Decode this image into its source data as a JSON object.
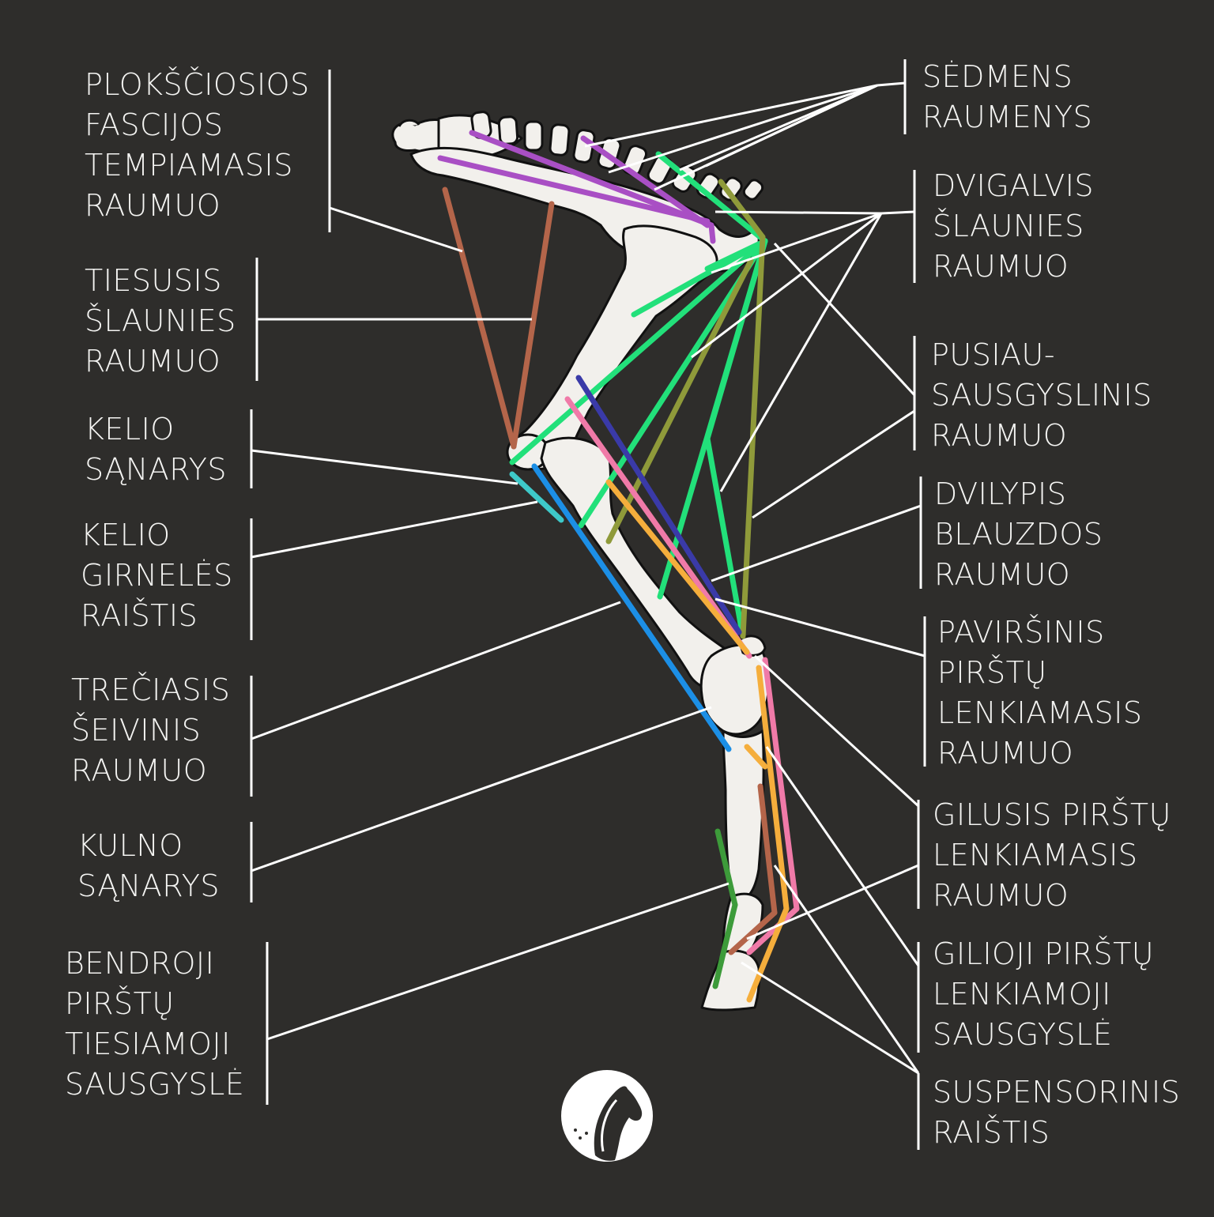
{
  "colors": {
    "background": "#2e2d2b",
    "text": "#f4f4f2",
    "bone": "#f2f0ec",
    "bone_outline": "#111111",
    "leader": "#ffffff",
    "fascia_tensor": "#b4654a",
    "gluteal": "#a94fc4",
    "biceps_femoris": "#22e07a",
    "semitendinosus": "#8f9a3a",
    "gastrocnemius": "#3a3aa8",
    "superficial_flexor": "#f07aa8",
    "deep_flexor": "#f5ae3c",
    "peroneus_tertius": "#1c8fe6",
    "patellar_ligament": "#3ec9c9",
    "common_extensor": "#3d9b3a",
    "suspensory": "#b4654a"
  },
  "labels_left": [
    {
      "key": "fascia",
      "text": "PLOKŠČIOSIOS\nFASCIJOS\nTEMPIAMASIS\nRAUMUO"
    },
    {
      "key": "rectus",
      "text": "TIESUSIS\nŠLAUNIES\nRAUMUO"
    },
    {
      "key": "stifle",
      "text": "KELIO\nSĄNARYS"
    },
    {
      "key": "patellar",
      "text": "KELIO\nGIRNELĖS\nRAIŠTIS"
    },
    {
      "key": "peroneus",
      "text": "TREČIASIS\nŠEIVINIS\nRAUMUO"
    },
    {
      "key": "hock",
      "text": "KULNO\nSĄNARYS"
    },
    {
      "key": "extensor",
      "text": "BENDROJI\nPIRŠTŲ\nTIESIAMOJI\nSAUSGYSLĖ"
    }
  ],
  "labels_right": [
    {
      "key": "gluteal",
      "text": "SĖDMENS\nRAUMENYS"
    },
    {
      "key": "biceps",
      "text": "DVIGALVIS\nŠLAUNIES\nRAUMUO"
    },
    {
      "key": "semi",
      "text": "PUSIAU-\nSAUSGYSLINIS\nRAUMUO"
    },
    {
      "key": "gastro",
      "text": "DVILYPIS\nBLAUZDOS\nRAUMUO"
    },
    {
      "key": "sdf",
      "text": "PAVIRŠINIS\nPIRŠTŲ\nLENKIAMASIS\nRAUMUO"
    },
    {
      "key": "ddf_m",
      "text": "GILUSIS PIRŠTŲ\nLENKIAMASIS\nRAUMUO"
    },
    {
      "key": "ddf_t",
      "text": "GILIOJI PIRŠTŲ\nLENKIAMOJI\nSAUSGYSLĖ"
    },
    {
      "key": "susp",
      "text": "SUSPENSORINIS\nRAIŠTIS"
    }
  ],
  "icons": {
    "logo": "horse-head-logo"
  }
}
